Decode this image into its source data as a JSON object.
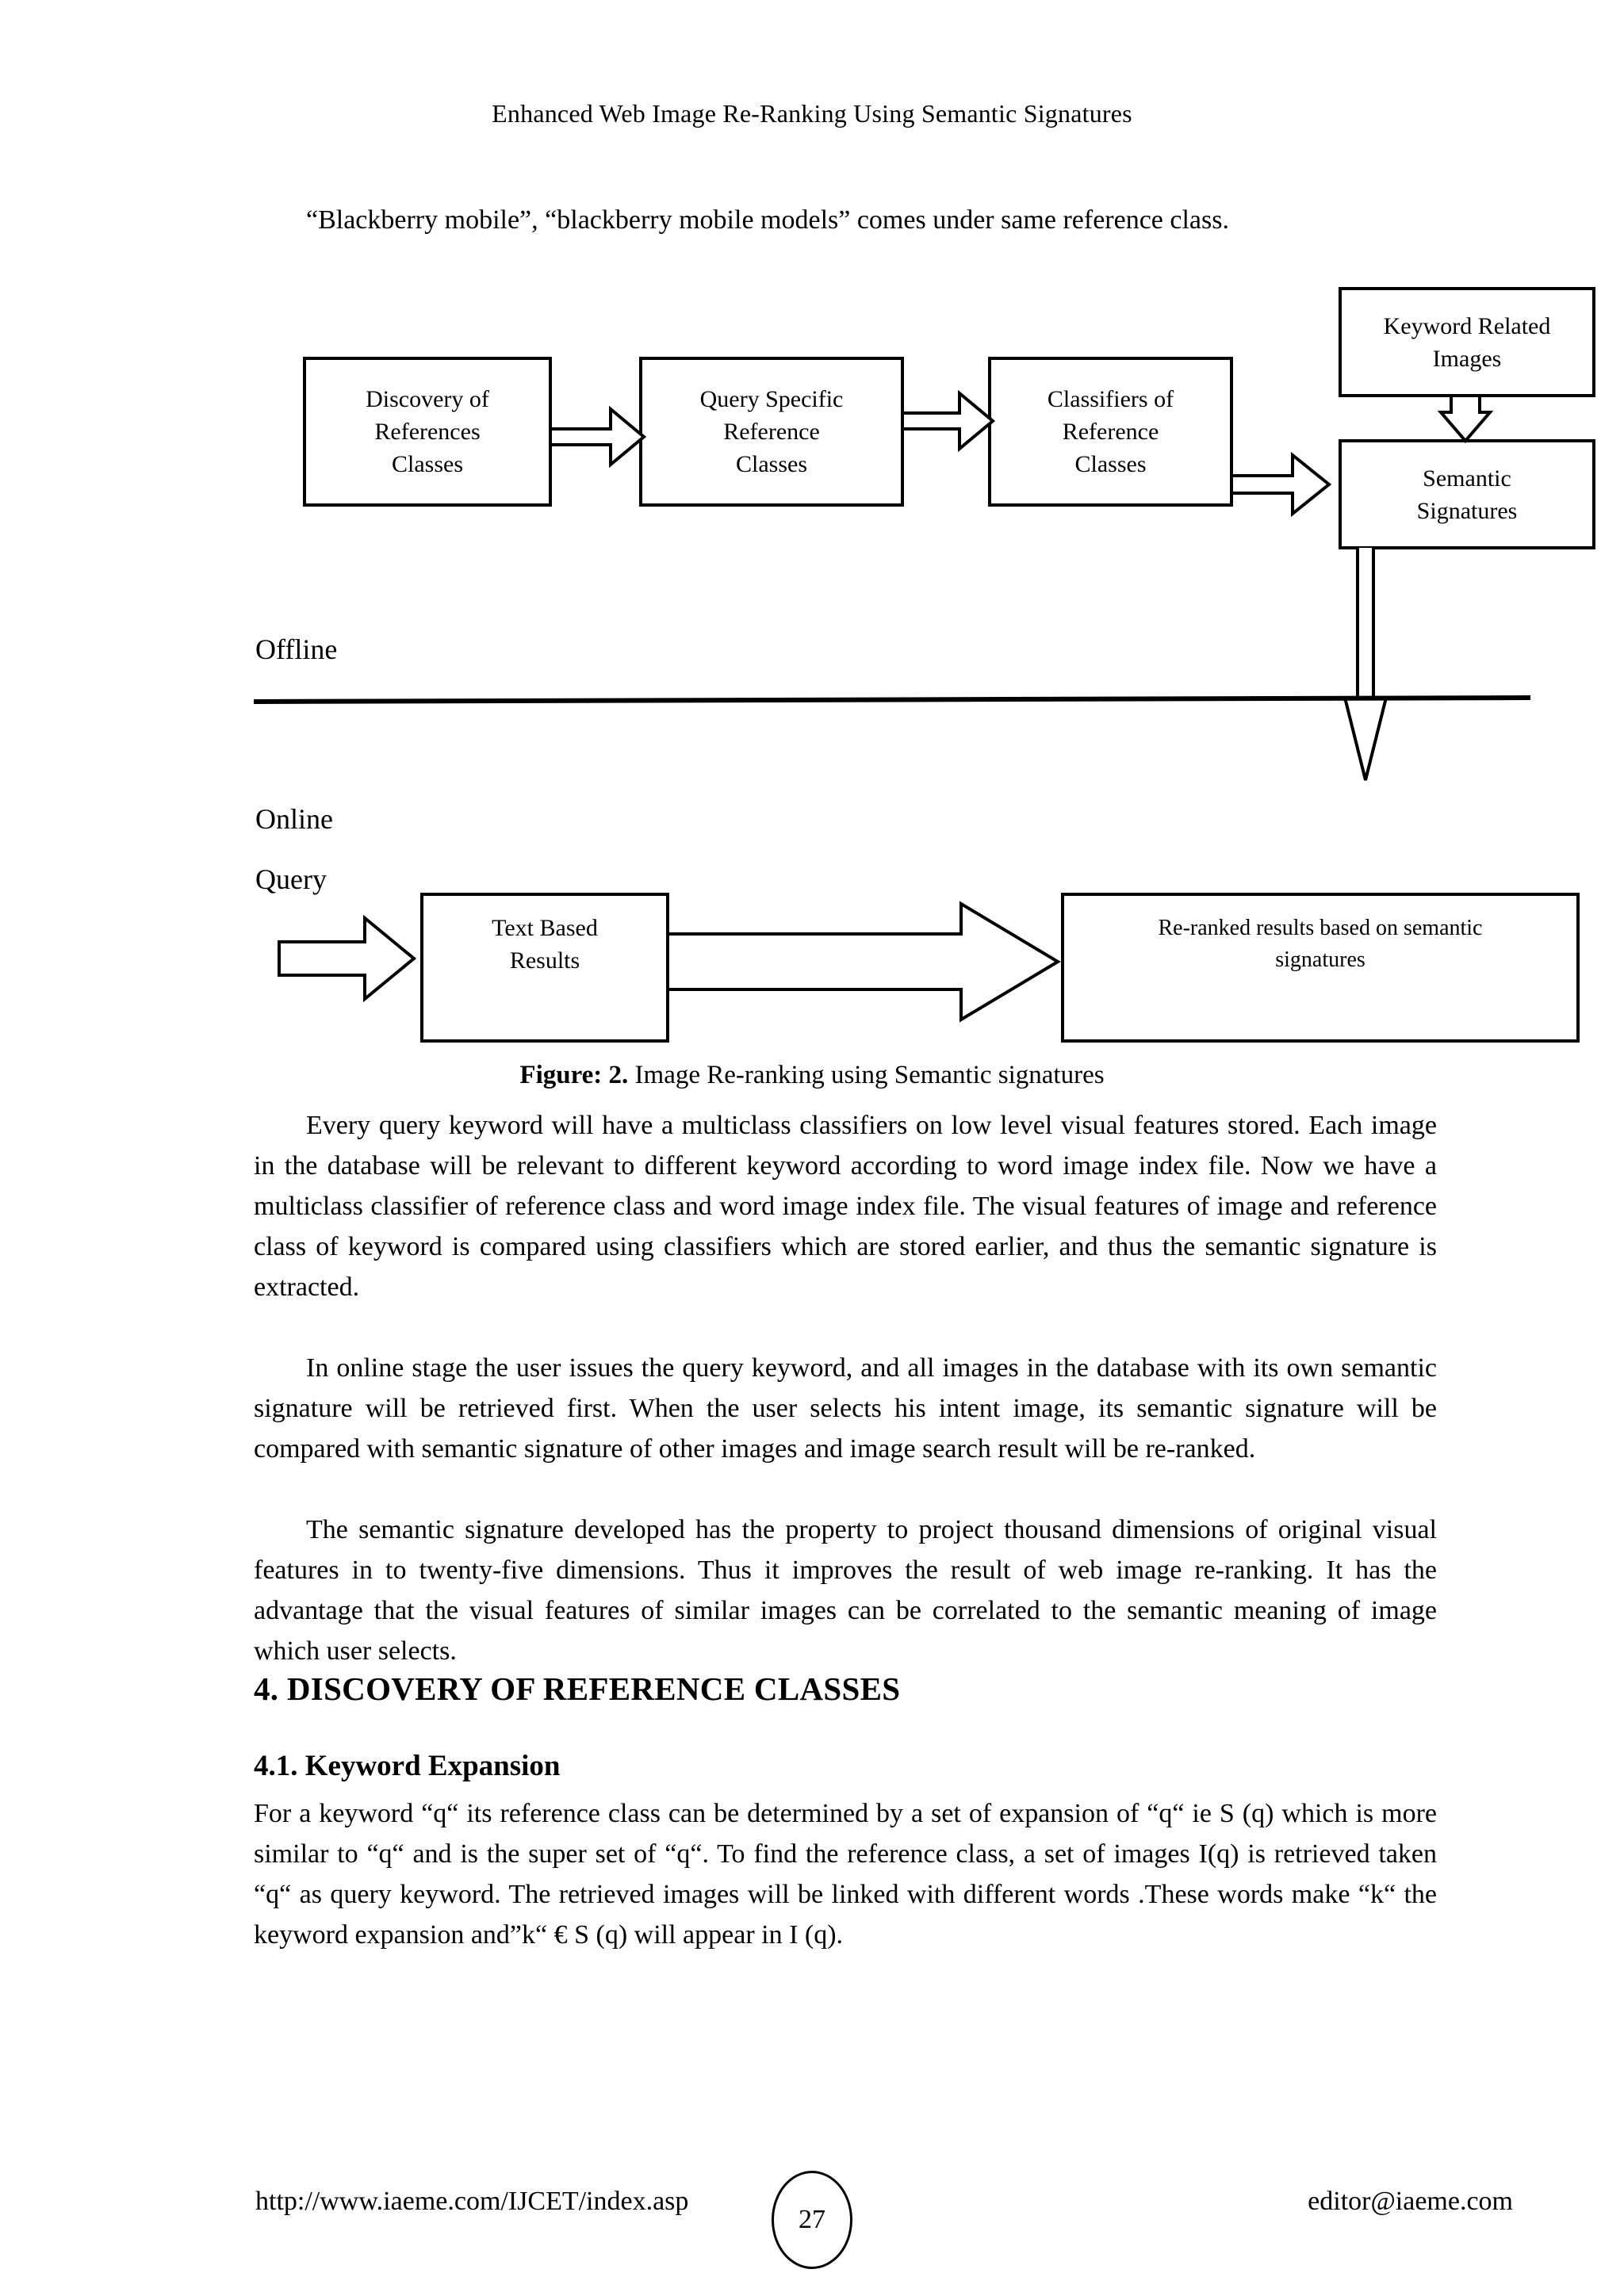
{
  "running_head": "Enhanced Web Image Re-Ranking Using Semantic Signatures",
  "intro_paragraph": "“Blackberry mobile”, “blackberry mobile models” comes under same reference class.",
  "figure": {
    "caption_prefix": "Figure: 2.",
    "caption_text": " Image Re-ranking using Semantic signatures",
    "stage_labels": {
      "offline": "Offline",
      "online": "Online",
      "query": "Query"
    },
    "nodes": {
      "discovery": "Discovery of\nReferences\nClasses",
      "discovery_lines": [
        "Discovery of",
        "References",
        "Classes"
      ],
      "query_specific_lines": [
        "Query Specific",
        "Reference",
        "Classes"
      ],
      "classifiers_lines": [
        "Classifiers of",
        "Reference",
        "Classes"
      ],
      "keyword_related_lines": [
        "Keyword Related",
        "Images"
      ],
      "semantic_signatures_lines": [
        "Semantic",
        "Signatures"
      ],
      "text_based_lines": [
        "Text Based",
        "Results"
      ],
      "reranked_lines": [
        "Re-ranked results based on semantic",
        "signatures"
      ]
    }
  },
  "paragraphs": [
    "Every query keyword will have a multiclass classifiers on low level visual features stored. Each image in the database will be relevant to different keyword according to word image index file. Now we have a multiclass classifier of reference class and word image index file. The visual features of image and reference class of keyword is compared using classifiers which are stored earlier, and thus the semantic signature is extracted.",
    "In online stage the user issues the query keyword, and all images in the database with its own semantic signature will be retrieved first. When the user selects his intent image, its semantic signature will be compared with semantic signature of other images and image search result will be re-ranked.",
    "The semantic signature developed has the property to project thousand dimensions of original visual features in to twenty-five dimensions. Thus it improves the result of web image re-ranking. It has the advantage that the visual features of similar images can be correlated to the semantic meaning of image which user selects."
  ],
  "section_heading": "4. DISCOVERY OF REFERENCE CLASSES",
  "subsection_heading": "4.1. Keyword Expansion",
  "keyword_paragraph": "For a keyword “q“ its reference class can be determined by a set of expansion of “q“ ie S (q) which is more similar to “q“ and is the super set of “q“. To find the reference class, a set of images I(q) is retrieved taken “q“ as query keyword. The retrieved images will be linked with different words .These words make “k“ the keyword expansion and”k“ € S (q) will appear in I (q).",
  "footer": {
    "url": "http://www.iaeme.com/IJCET/index.asp",
    "page_number": "27",
    "email": "editor@iaeme.com"
  }
}
